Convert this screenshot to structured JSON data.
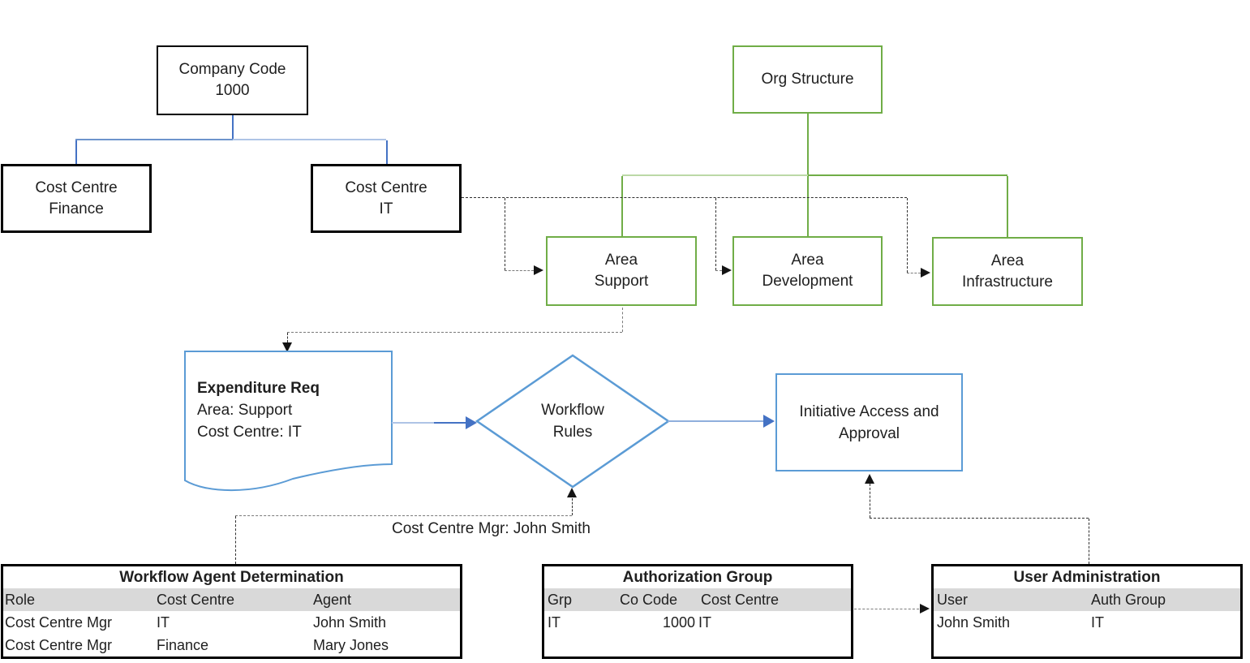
{
  "boxes": {
    "company_code": {
      "line1": "Company Code",
      "line2": "1000"
    },
    "cost_centre_finance": {
      "line1": "Cost Centre",
      "line2": "Finance"
    },
    "cost_centre_it": {
      "line1": "Cost Centre",
      "line2": "IT"
    },
    "org_structure": {
      "line1": "Org Structure"
    },
    "area_support": {
      "line1": "Area",
      "line2": "Support"
    },
    "area_development": {
      "line1": "Area",
      "line2": "Development"
    },
    "area_infrastructure": {
      "line1": "Area",
      "line2": "Infrastructure"
    },
    "initiative": {
      "line1": "Initiative Access and",
      "line2": "Approval"
    }
  },
  "flow": {
    "document": {
      "title": "Expenditure Req",
      "line2": "Area: Support",
      "line3": "Cost Centre: IT"
    },
    "decision": {
      "line1": "Workflow",
      "line2": "Rules"
    }
  },
  "annotation": {
    "text": "Cost Centre Mgr: John Smith"
  },
  "tables": {
    "workflow_agent": {
      "title": "Workflow Agent Determination",
      "headers": [
        "Role",
        "Cost Centre",
        "Agent"
      ],
      "rows": [
        [
          "Cost Centre Mgr",
          "IT",
          "John Smith"
        ],
        [
          "Cost Centre Mgr",
          "Finance",
          "Mary Jones"
        ]
      ]
    },
    "authorization_group": {
      "title": "Authorization Group",
      "headers": [
        "Grp",
        "Co Code",
        "Cost Centre"
      ],
      "rows": [
        [
          "IT",
          "1000",
          "IT"
        ]
      ]
    },
    "user_administration": {
      "title": "User Administration",
      "headers": [
        "User",
        "Auth Group"
      ],
      "rows": [
        [
          "John Smith",
          "IT"
        ]
      ]
    }
  },
  "colors": {
    "green_accent": "#70AD47",
    "green_light": "#BCD9A6",
    "blue_shape": "#5B9BD5",
    "blue_accent": "#4472C4",
    "blue_light": "#AEC4E6",
    "header_gray": "#D9D9D9",
    "dash_dark": "#2f2f2f",
    "dash_gray": "#7a7a7a"
  }
}
